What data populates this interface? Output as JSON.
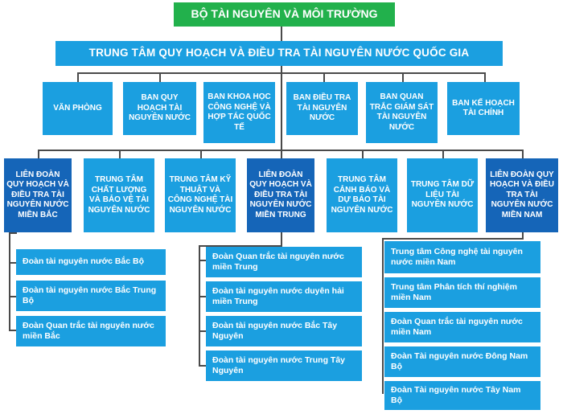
{
  "ministry": "BỘ TÀI NGUYÊN VÀ MÔI TRƯỜNG",
  "center": "TRUNG TÂM QUY HOẠCH VÀ ĐIỀU TRA TÀI NGUYÊN NƯỚC QUỐC GIA",
  "departments": [
    "VĂN PHÒNG",
    "BAN QUY HOẠCH TÀI NGUYÊN NƯỚC",
    "BAN KHOA HỌC CÔNG NGHỆ VÀ HỢP TÁC QUỐC TẾ",
    "BAN ĐIỀU TRA TÀI NGUYÊN NƯỚC",
    "BAN QUAN TRẮC GIÁM SÁT TÀI NGUYÊN NƯỚC",
    "BAN KẾ HOẠCH TÀI CHÍNH"
  ],
  "units": [
    "LIÊN ĐOÀN QUY HOẠCH VÀ ĐIỀU TRA TÀI NGUYÊN NƯỚC MIỀN BẮC",
    "TRUNG TÂM CHẤT LƯỢNG VÀ BẢO VỆ TÀI NGUYÊN NƯỚC",
    "TRUNG TÂM KỸ THUẬT VÀ CÔNG NGHỆ TÀI NGUYÊN NƯỚC",
    "LIÊN ĐOÀN QUY HOẠCH VÀ ĐIỀU TRA TÀI NGUYÊN NƯỚC MIỀN TRUNG",
    "TRUNG TÂM CẢNH BÁO VÀ DỰ BÁO TÀI NGUYÊN NƯỚC",
    "TRUNG TÂM DỮ LIỆU TÀI NGUYÊN NƯỚC",
    "LIÊN ĐOÀN QUY HOẠCH VÀ ĐIỀU TRA TÀI NGUYÊN NƯỚC MIỀN NAM"
  ],
  "north_subunits": [
    "Đoàn tài nguyên nước Bắc Bộ",
    "Đoàn tài nguyên nước Bắc Trung Bộ",
    "Đoàn Quan trắc tài nguyên nước miền Bắc"
  ],
  "central_subunits": [
    "Đoàn Quan trắc tài nguyên nước miền Trung",
    "Đoàn tài nguyên nước duyên hải miền Trung",
    "Đoàn tài nguyên nước Bắc Tây Nguyên",
    "Đoàn tài nguyên nước Trung Tây Nguyên"
  ],
  "south_subunits": [
    "Trung tâm Công nghệ tài nguyên nước miền Nam",
    "Trung tâm Phân tích thí nghiệm miền Nam",
    "Đoàn Quan trắc tài nguyên nước miền Nam",
    "Đoàn Tài nguyên nước Đông Nam Bộ",
    "Đoàn Tài nguyên nước Tây Nam Bộ"
  ],
  "colors": {
    "ministry_box": "#22b14c",
    "box": "#1b9fe0",
    "regional_federation_box": "#1565b8",
    "connector": "#4a4a4a"
  }
}
